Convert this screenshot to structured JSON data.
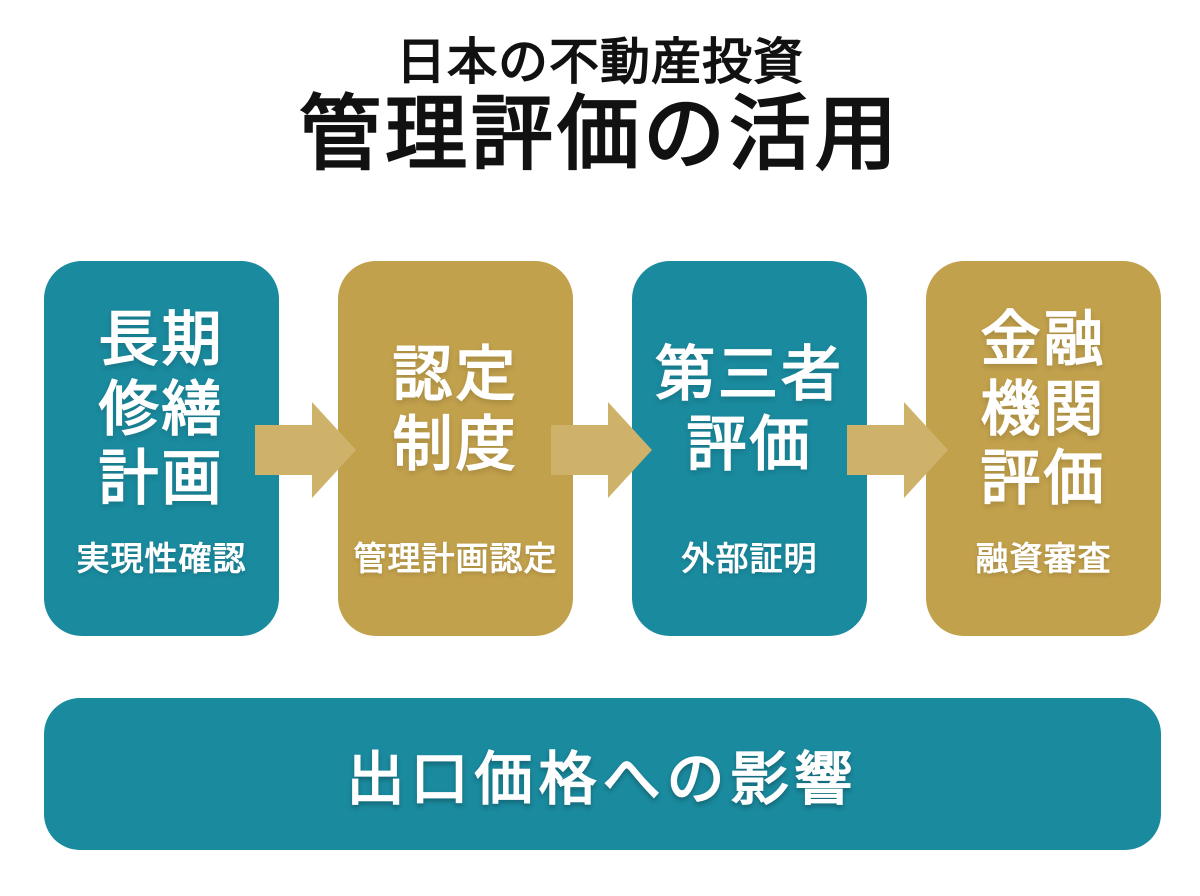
{
  "header": {
    "supertitle": "日本の不動産投資",
    "title": "管理評価の活用"
  },
  "steps": [
    {
      "title_lines": [
        "長期",
        "修繕",
        "計画"
      ],
      "subtitle": "実現性確認",
      "theme": "teal"
    },
    {
      "title_lines": [
        "認定",
        "制度"
      ],
      "subtitle": "管理計画認定",
      "theme": "gold"
    },
    {
      "title_lines": [
        "第三者",
        "評価"
      ],
      "subtitle": "外部証明",
      "theme": "teal"
    },
    {
      "title_lines": [
        "金融",
        "機関",
        "評価"
      ],
      "subtitle": "融資審査",
      "theme": "gold"
    }
  ],
  "outcome": {
    "label": "出口価格への影響"
  },
  "colors": {
    "teal": "#1a8a9e",
    "gold": "#c2a14c",
    "arrow-gold": "#cfb269",
    "text-dark": "#111111",
    "text-light": "#ffffff",
    "background": "#ffffff"
  }
}
